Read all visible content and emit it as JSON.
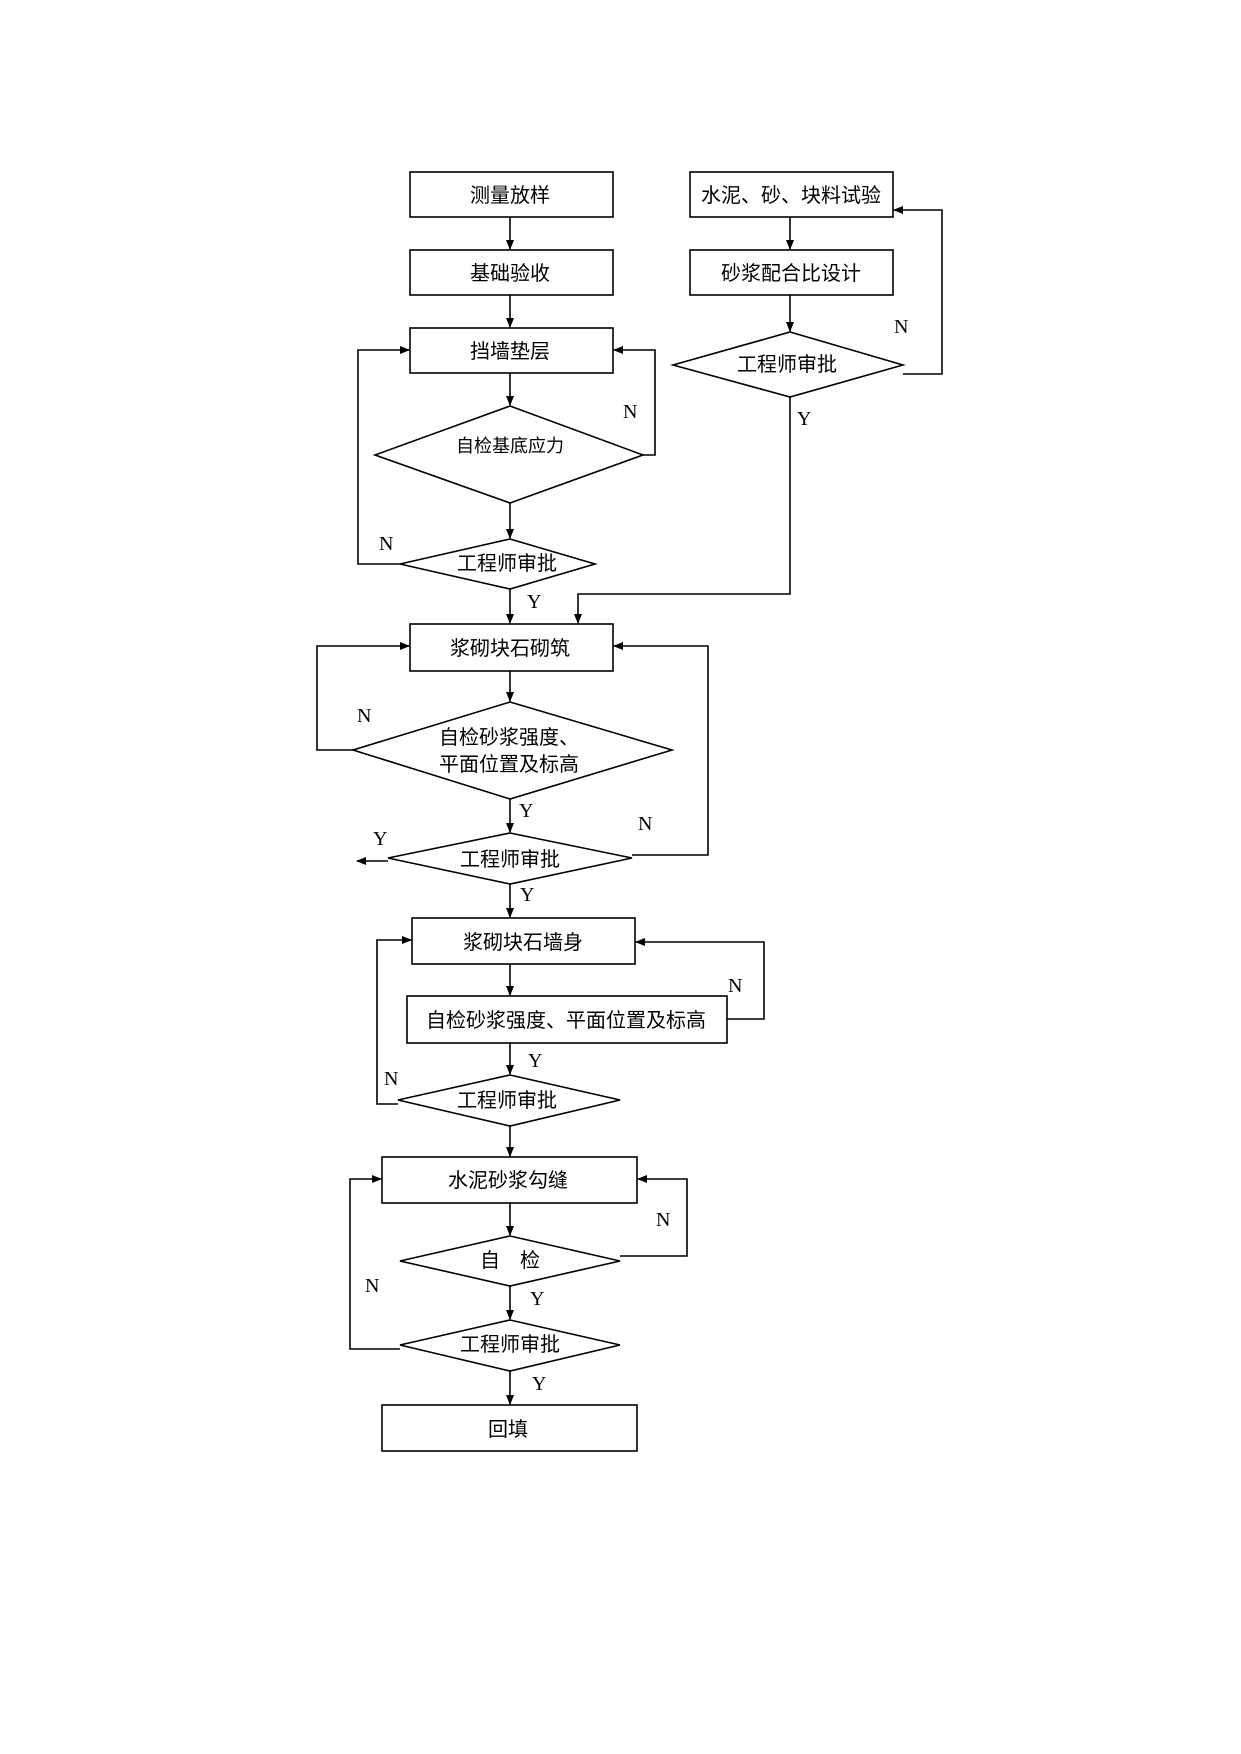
{
  "nodes": {
    "survey": "测量放样",
    "foundation_acceptance": "基础验收",
    "cushion": "挡墙垫层",
    "self_check_bearing": "自检基底应力",
    "approve_1": "工程师审批",
    "material_test": "水泥、砂、块料试验",
    "mix_design": "砂浆配合比设计",
    "approve_mix": "工程师审批",
    "masonry_base": "浆砌块石砌筑",
    "self_check_mortar_1_line1": "自检砂浆强度、",
    "self_check_mortar_1_line2": "平面位置及标高",
    "approve_2": "工程师审批",
    "masonry_wall": "浆砌块石墙身",
    "self_check_mortar_2": "自检砂浆强度、平面位置及标高",
    "approve_3": "工程师审批",
    "pointing": "水泥砂浆勾缝",
    "self_check": "自　检",
    "approve_4": "工程师审批",
    "backfill": "回填"
  },
  "labels": {
    "yes": "Y",
    "no": "N"
  }
}
